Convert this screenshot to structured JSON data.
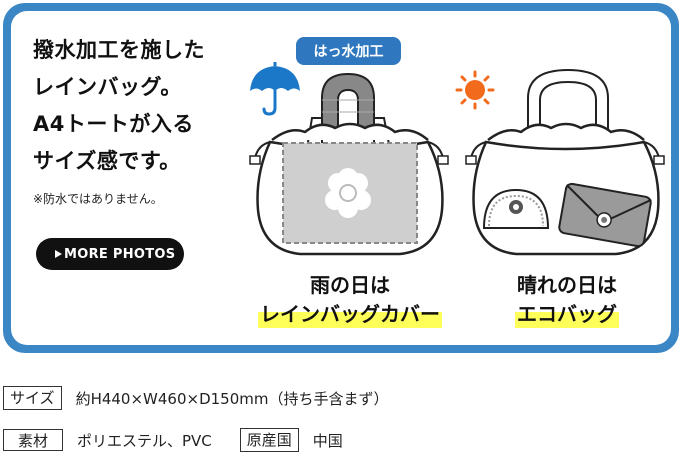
{
  "headline": {
    "line1": "撥水加工を施した",
    "line2": "レインバッグ。",
    "line3": "A4トートが入る",
    "line4": "サイズ感です。"
  },
  "note": "※防水ではありません。",
  "more_button": {
    "label": "MORE PHOTOS"
  },
  "badge": "はっ水加工",
  "caption_rain": {
    "line1": "雨の日は",
    "line2": "レインバッグカバー"
  },
  "caption_sunny": {
    "line1": "晴れの日は",
    "line2": "エコバッグ"
  },
  "specs": {
    "size_label": "サイズ",
    "size_value": "約H440×W460×D150mm（持ち手含まず）",
    "material_label": "素材",
    "material_value": "ポリエステル、PVC",
    "origin_label": "原産国",
    "origin_value": "中国"
  },
  "colors": {
    "accent_blue": "#3b86c4",
    "umbrella_blue": "#1b78c8",
    "sun_orange": "#f26a1b",
    "highlight_yellow": "#ffff5a"
  },
  "icons": [
    "umbrella-icon",
    "sun-icon",
    "play-triangle-icon"
  ]
}
